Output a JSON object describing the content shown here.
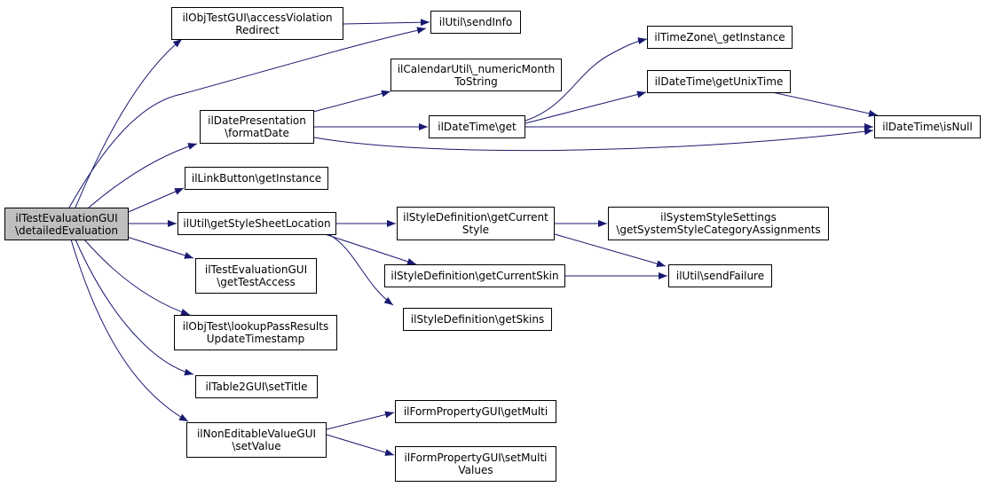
{
  "colors": {
    "edge": "#191970",
    "node_border": "#000000",
    "root_fill": "#bfbfbf",
    "node_fill": "#ffffff"
  },
  "nodes": {
    "root": {
      "line1": "ilTestEvaluationGUI",
      "line2": "\\detailedEvaluation"
    },
    "access": {
      "line1": "ilObjTestGUI\\accessViolation",
      "line2": "Redirect"
    },
    "sendinfo": {
      "line1": "ilUtil\\sendInfo"
    },
    "calendar": {
      "line1": "ilCalendarUtil\\_numericMonth",
      "line2": "ToString"
    },
    "timezone": {
      "line1": "ilTimeZone\\_getInstance"
    },
    "getunix": {
      "line1": "ilDateTime\\getUnixTime"
    },
    "datepres": {
      "line1": "ilDatePresentation",
      "line2": "\\formatDate"
    },
    "dtget": {
      "line1": "ilDateTime\\get"
    },
    "isnull": {
      "line1": "ilDateTime\\isNull"
    },
    "linkbtn": {
      "line1": "ilLinkButton\\getInstance"
    },
    "stylesheet": {
      "line1": "ilUtil\\getStyleSheetLocation"
    },
    "curstyle": {
      "line1": "ilStyleDefinition\\getCurrent",
      "line2": "Style"
    },
    "syssettings": {
      "line1": "ilSystemStyleSettings",
      "line2": "\\getSystemStyleCategoryAssignments"
    },
    "curskin": {
      "line1": "ilStyleDefinition\\getCurrentSkin"
    },
    "sendfailure": {
      "line1": "ilUtil\\sendFailure"
    },
    "skins": {
      "line1": "ilStyleDefinition\\getSkins"
    },
    "testaccess": {
      "line1": "ilTestEvaluationGUI",
      "line2": "\\getTestAccess"
    },
    "lookup": {
      "line1": "ilObjTest\\lookupPassResults",
      "line2": "UpdateTimestamp"
    },
    "settitle": {
      "line1": "ilTable2GUI\\setTitle"
    },
    "noneditable": {
      "line1": "ilNonEditableValueGUI",
      "line2": "\\setValue"
    },
    "getmulti": {
      "line1": "ilFormPropertyGUI\\getMulti"
    },
    "setmulti": {
      "line1": "ilFormPropertyGUI\\setMulti",
      "line2": "Values"
    }
  }
}
